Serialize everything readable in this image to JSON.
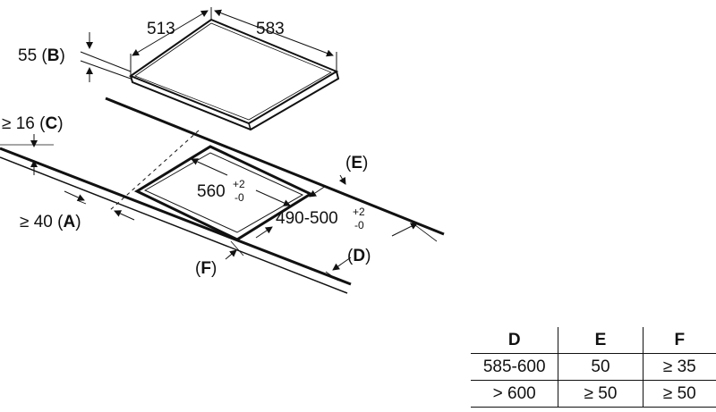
{
  "cooktop": {
    "depth": "513",
    "width": "583",
    "height": "55",
    "height_ref": "B"
  },
  "cutout": {
    "width_main": "560",
    "width_tol_plus": "+2",
    "width_tol_minus": "-0",
    "depth_main": "490-500",
    "depth_tol_plus": "+2",
    "depth_tol_minus": "-0"
  },
  "clearances": {
    "c": {
      "prefix": "≥ 16 (",
      "ref": "C",
      "suffix": ")"
    },
    "a": {
      "prefix": "≥ 40 (",
      "ref": "A",
      "suffix": ")"
    },
    "e": {
      "prefix": "(",
      "ref": "E",
      "suffix": ")"
    },
    "d": {
      "prefix": "(",
      "ref": "D",
      "suffix": ")"
    },
    "f": {
      "prefix": "(",
      "ref": "F",
      "suffix": ")"
    }
  },
  "table": {
    "headers": [
      "D",
      "E",
      "F"
    ],
    "rows": [
      [
        "585-600",
        "50",
        "≥ 35"
      ],
      [
        "> 600",
        "≥ 50",
        "≥ 50"
      ]
    ]
  }
}
